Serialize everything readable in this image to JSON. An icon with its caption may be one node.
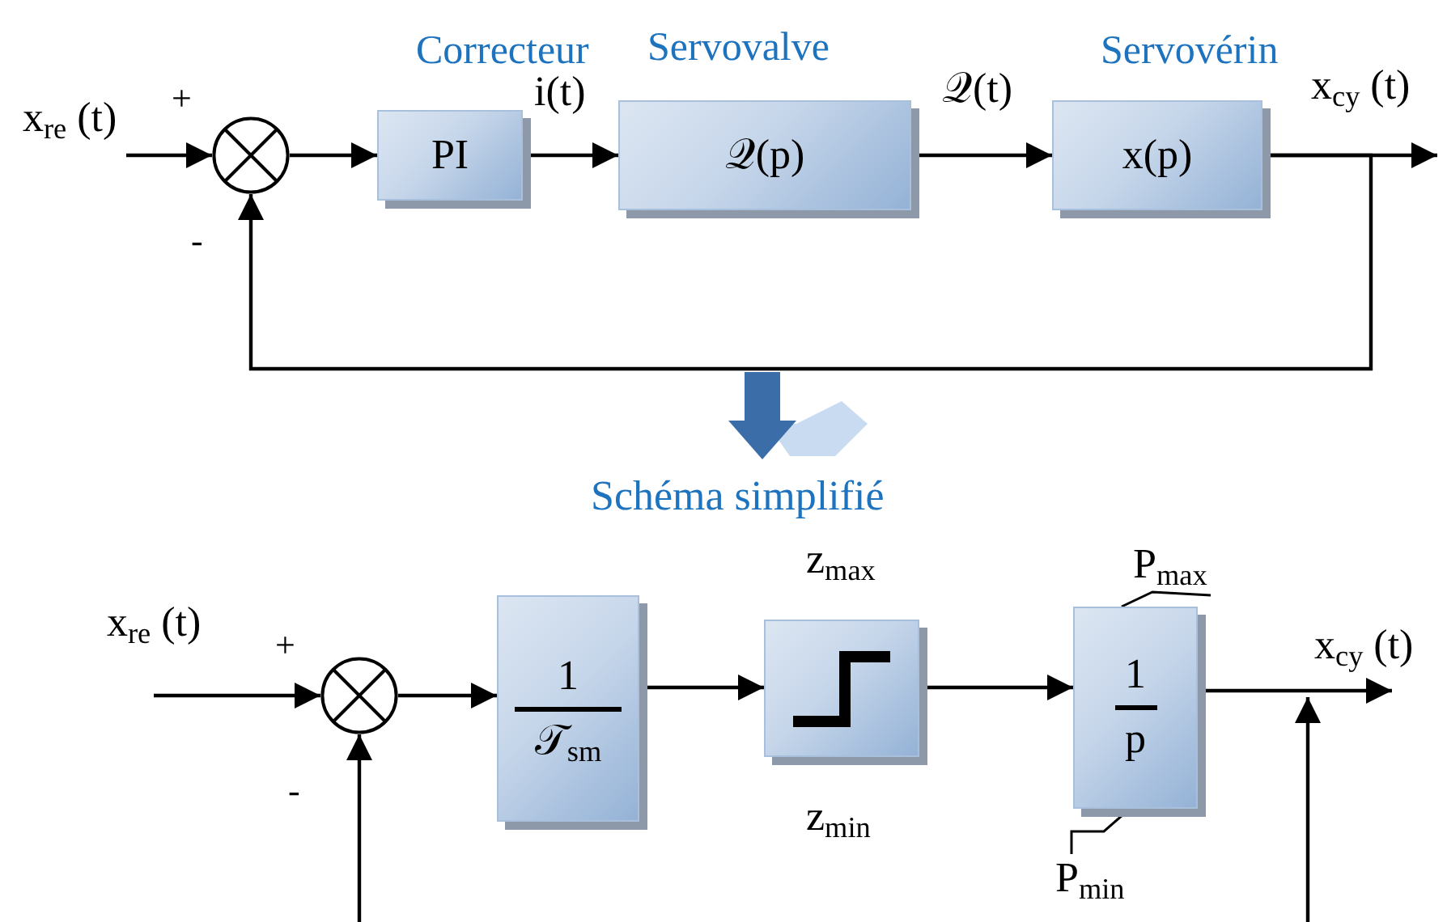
{
  "diagram": {
    "nodes": [
      {
        "text": [],
        "shape": "circle",
        "beside": [
          "+",
          "-"
        ]
      },
      {
        "text": [
          "Correcteur",
          "PI"
        ]
      },
      {
        "text": [
          "Servovalve",
          "𝒬(p)"
        ]
      },
      {
        "text": [
          "Servovérin",
          "x(p)"
        ]
      },
      {
        "text": [],
        "shape": "circle",
        "beside": [
          "+",
          "-"
        ]
      },
      {
        "text": [
          "1",
          "𝒯$_{sm}$"
        ]
      },
      {
        "text": [],
        "shape": "box",
        "beside": [
          "z$_{max}$",
          "z$_{min}$"
        ]
      },
      {
        "text": [
          "P$_{max}$"
        ]
      },
      {
        "text": [
          "1",
          "p"
        ]
      },
      {
        "text": [
          "P$_{min}$"
        ]
      }
    ],
    "edges": [
      {
        "from": null,
        "to": 0,
        "arrow": "to",
        "label": "x$_{re}$ (t)"
      },
      {
        "from": 0,
        "to": 1,
        "arrow": "to"
      },
      {
        "from": 1,
        "to": 2,
        "arrow": "to",
        "label": "i(t)"
      },
      {
        "from": 2,
        "to": 3,
        "arrow": "to",
        "label": "𝒬(t)"
      },
      {
        "from": 3,
        "to": null,
        "arrow": "to",
        "label": "x$_{cy}$ (t)"
      },
      {
        "from": 3,
        "to": 0,
        "arrow": "to"
      },
      {
        "from": null,
        "to": 4,
        "arrow": "to",
        "label": "x$_{re}$ (t)"
      },
      {
        "from": 4,
        "to": 5,
        "arrow": "to"
      },
      {
        "from": 5,
        "to": 6,
        "arrow": "to"
      },
      {
        "from": 6,
        "to": 8,
        "arrow": "to"
      },
      {
        "from": 8,
        "to": null,
        "arrow": "to",
        "label": "x$_{cy}$ (t)"
      },
      {
        "from": null,
        "to": 4,
        "arrow": "to"
      },
      {
        "from": 7,
        "to": 8,
        "arrow": "none"
      },
      {
        "from": 9,
        "to": 8,
        "arrow": "none"
      }
    ],
    "labels": [
      "Schéma simplifié"
    ]
  }
}
